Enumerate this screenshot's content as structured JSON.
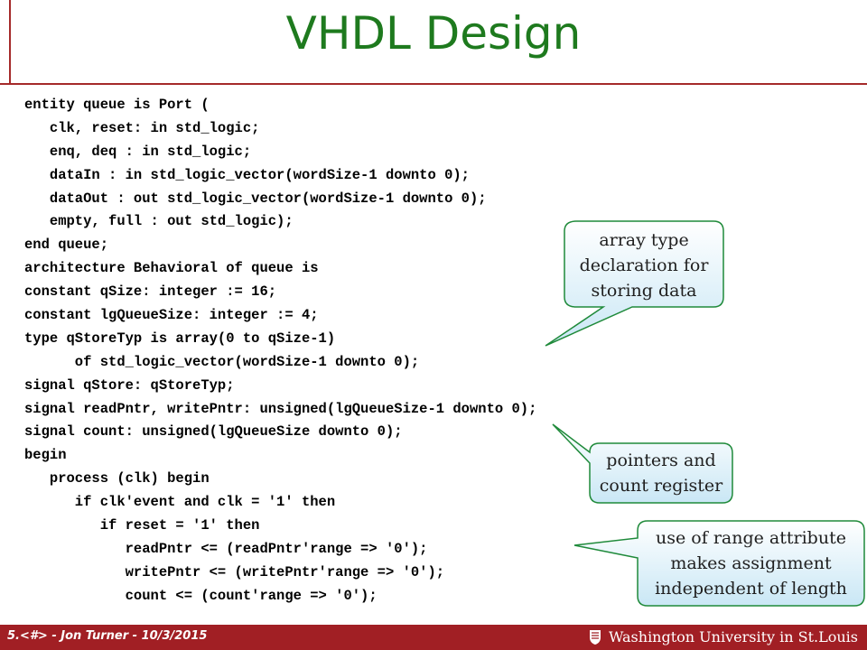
{
  "slide": {
    "title": "VHDL Design",
    "code_lines": [
      "entity queue is Port (",
      "   clk, reset: in std_logic;",
      "   enq, deq : in std_logic;",
      "   dataIn : in std_logic_vector(wordSize-1 downto 0);",
      "   dataOut : out std_logic_vector(wordSize-1 downto 0);",
      "   empty, full : out std_logic);",
      "end queue;",
      "architecture Behavioral of queue is",
      "constant qSize: integer := 16;",
      "constant lgQueueSize: integer := 4;",
      "type qStoreTyp is array(0 to qSize-1)",
      "      of std_logic_vector(wordSize-1 downto 0);",
      "signal qStore: qStoreTyp;",
      "signal readPntr, writePntr: unsigned(lgQueueSize-1 downto 0);",
      "signal count: unsigned(lgQueueSize downto 0);",
      "begin",
      "   process (clk) begin",
      "      if clk'event and clk = '1' then",
      "         if reset = '1' then",
      "            readPntr <= (readPntr'range => '0');",
      "            writePntr <= (writePntr'range => '0');",
      "            count <= (count'range => '0');"
    ],
    "callouts": {
      "array_type": [
        "array type",
        "declaration for",
        "storing data"
      ],
      "pointers": [
        "pointers and",
        "count register"
      ],
      "range_attr": [
        "use of range attribute",
        "makes assignment",
        "independent of length"
      ]
    },
    "footer": {
      "left": "5.<#> - Jon Turner - 10/3/2015",
      "right": "Washington University in St.Louis"
    },
    "colors": {
      "title": "#1e7a1e",
      "rule": "#a52a2a",
      "footer_bg": "#a11f24",
      "callout_fill_top": "#ffffff",
      "callout_fill_bottom": "#c9e7f5",
      "callout_border": "#1f8a3a"
    }
  }
}
